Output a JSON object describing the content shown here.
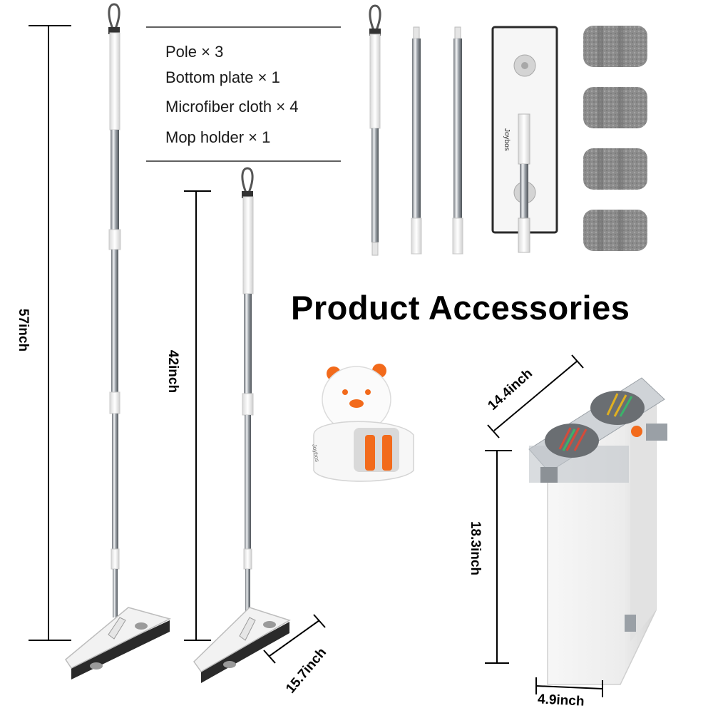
{
  "accessories_list": {
    "items": [
      "Pole × 3",
      "Bottom plate × 1",
      "Microfiber cloth × 4",
      "Mop holder × 1"
    ]
  },
  "heading": "Product Accessories",
  "dimensions": {
    "mop_height_extended": "57inch",
    "mop_height_short": "42inch",
    "mop_plate_length": "15.7inch",
    "bucket_length": "14.4inch",
    "bucket_height": "18.3inch",
    "bucket_width": "4.9inch"
  },
  "brand_mark": "Joybos",
  "colors": {
    "accent_orange": "#f26a1b",
    "steel": "#c9cdd1",
    "cloth_gray": "#8e8e8e",
    "white_plastic": "#f4f4f4",
    "text": "#000000"
  },
  "icons": [
    "hanging-loop-icon",
    "microfiber-cloth-icon",
    "bear-holder-icon",
    "bucket-icon"
  ]
}
